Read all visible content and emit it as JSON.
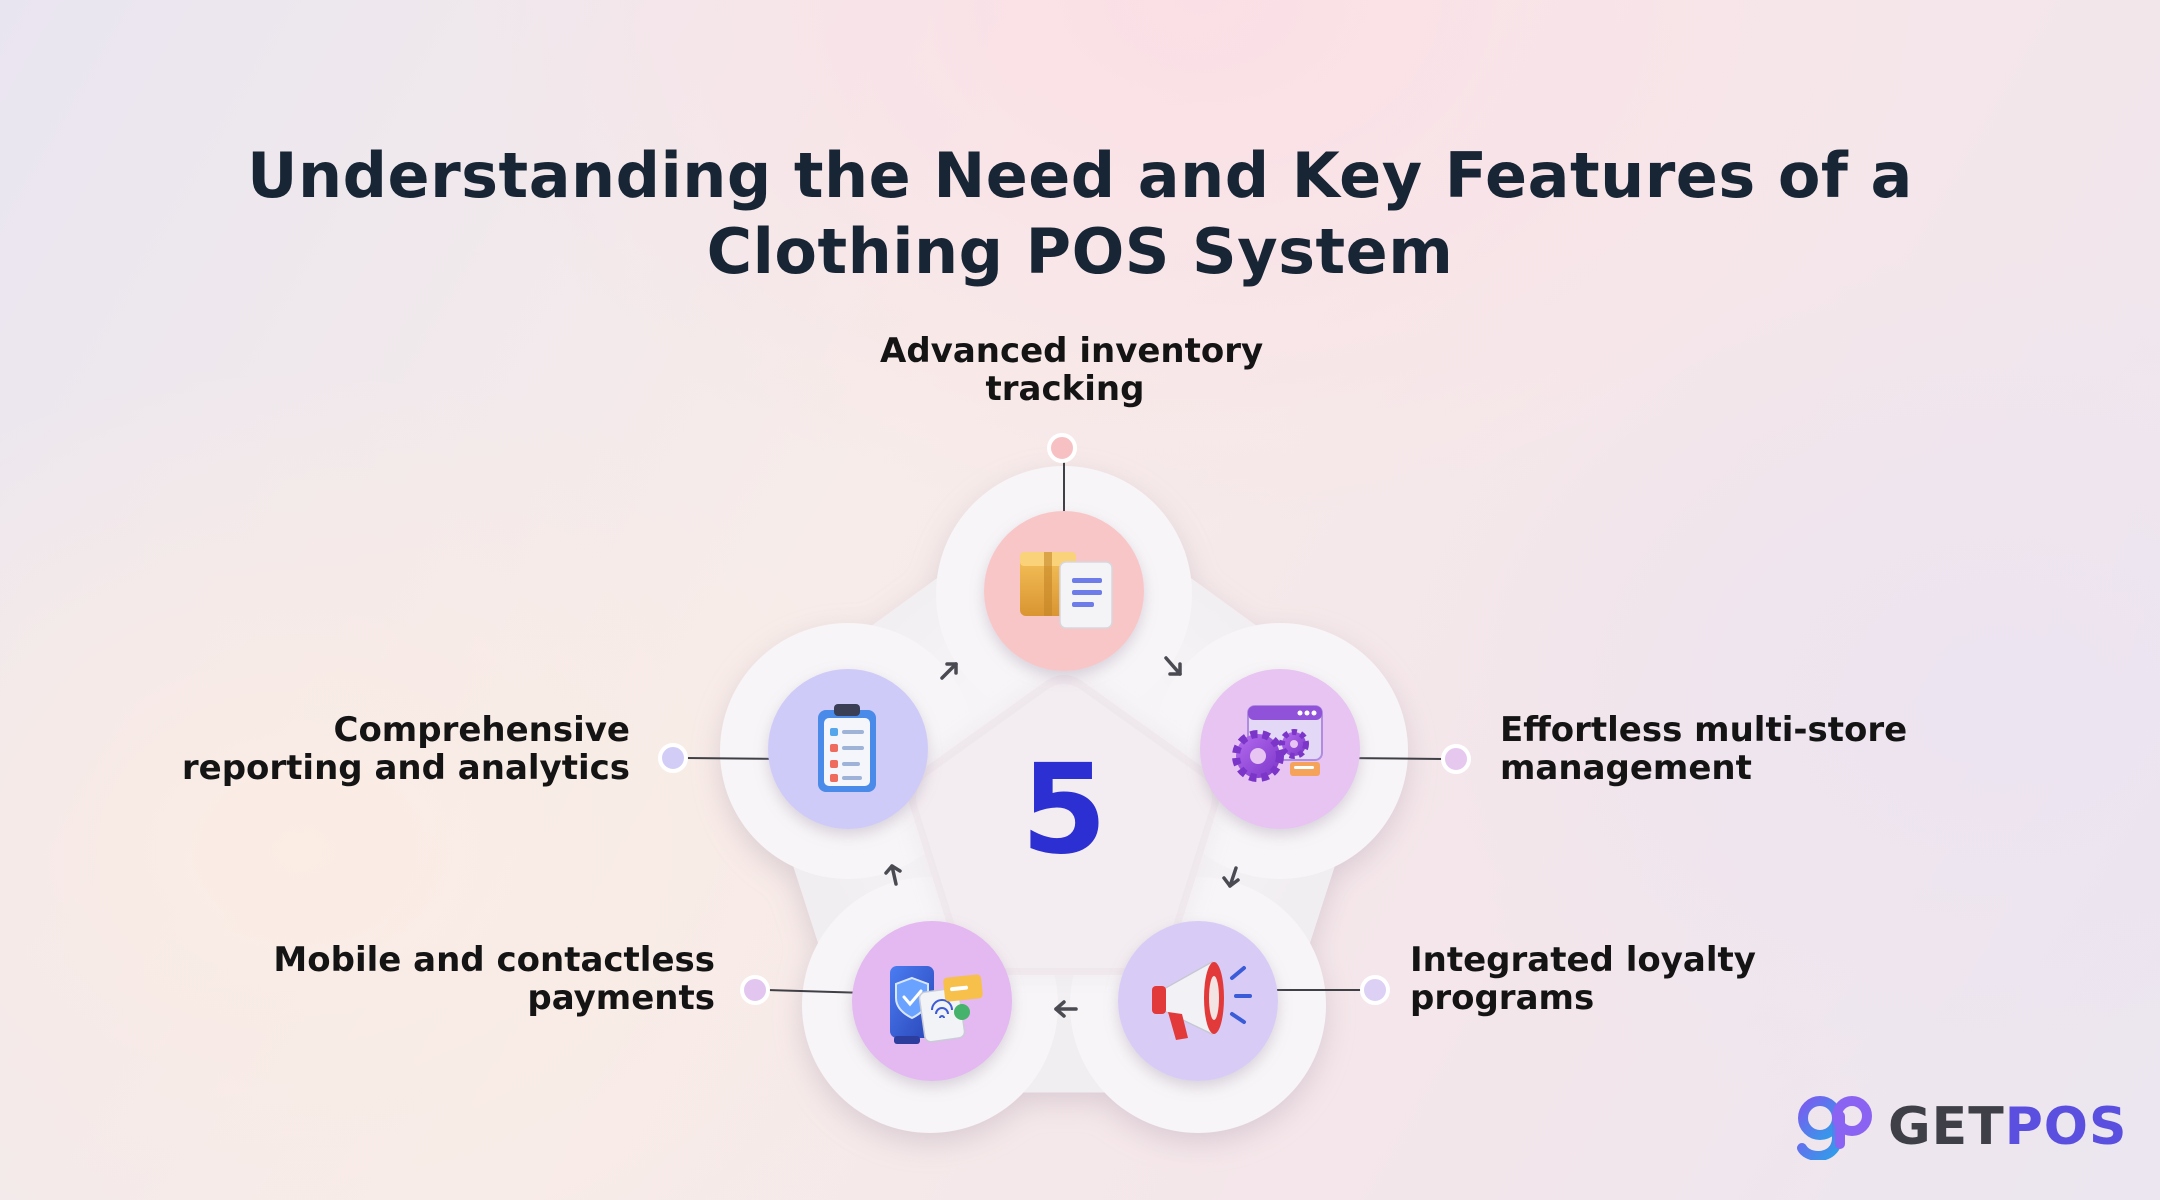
{
  "title": {
    "line1": "Understanding the Need and Key Features of a",
    "line2": "Clothing POS System"
  },
  "center": {
    "number": "5"
  },
  "features": [
    {
      "id": "inventory",
      "line1": "Advanced inventory",
      "line2": "tracking",
      "icon": "box-document-icon",
      "circle_color": "#f9c6c8",
      "dot_color": "#f7c1c4"
    },
    {
      "id": "multistore",
      "line1": "Effortless multi-store",
      "line2": "management",
      "icon": "gears-browser-icon",
      "circle_color": "#e7c4f1",
      "dot_color": "#e6c8ef"
    },
    {
      "id": "loyalty",
      "line1": "Integrated loyalty",
      "line2": "programs",
      "icon": "megaphone-icon",
      "circle_color": "#d8ccf7",
      "dot_color": "#dcd0f5"
    },
    {
      "id": "payments",
      "line1": "Mobile and contactless",
      "line2": "payments",
      "icon": "phone-fingerprint-card-icon",
      "circle_color": "#e4b8f0",
      "dot_color": "#e2c6f0"
    },
    {
      "id": "reporting",
      "line1": "Comprehensive",
      "line2": "reporting and analytics",
      "icon": "clipboard-checklist-icon",
      "circle_color": "#cfcbf8",
      "dot_color": "#d2cdf6"
    }
  ],
  "logo": {
    "text_dark": "GET",
    "text_accent": "POS",
    "icon": "gp-logo-icon",
    "accent": "#5b4fe0"
  }
}
